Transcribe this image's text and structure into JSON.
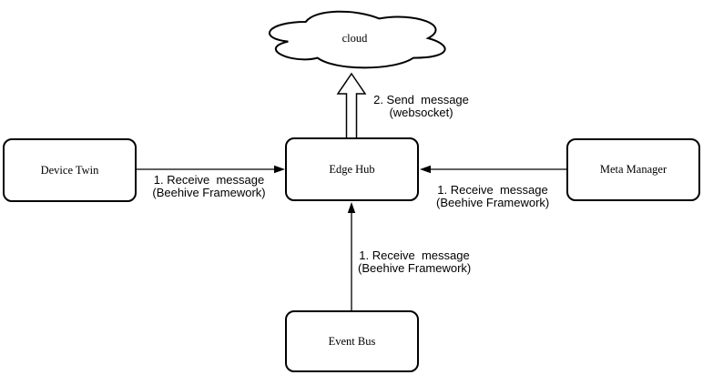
{
  "diagram": {
    "background_color": "#ffffff",
    "stroke_color": "#000000",
    "nodes": {
      "cloud": {
        "label": "cloud",
        "shape": "cloud"
      },
      "device_twin": {
        "label": "Device Twin",
        "shape": "rounded-rectangle"
      },
      "edge_hub": {
        "label": "Edge Hub",
        "shape": "rounded-rectangle"
      },
      "meta_manager": {
        "label": "Meta Manager",
        "shape": "rounded-rectangle"
      },
      "event_bus": {
        "label": "Event Bus",
        "shape": "rounded-rectangle"
      }
    },
    "edges": {
      "device_to_hub": {
        "from": "Device Twin",
        "to": "Edge Hub",
        "line1": "1. Receive  message",
        "line2": "(Beehive Framework)",
        "style": "thin-arrow"
      },
      "meta_to_hub": {
        "from": "Meta Manager",
        "to": "Edge Hub",
        "line1": "1. Receive  message",
        "line2": "(Beehive Framework)",
        "style": "thin-arrow"
      },
      "bus_to_hub": {
        "from": "Event Bus",
        "to": "Edge Hub",
        "line1": "1. Receive  message",
        "line2": "(Beehive Framework)",
        "style": "thin-arrow"
      },
      "hub_to_cloud": {
        "from": "Edge Hub",
        "to": "cloud",
        "line1": "2. Send  message",
        "line2": "(websocket)",
        "style": "hollow-block-arrow"
      }
    }
  }
}
